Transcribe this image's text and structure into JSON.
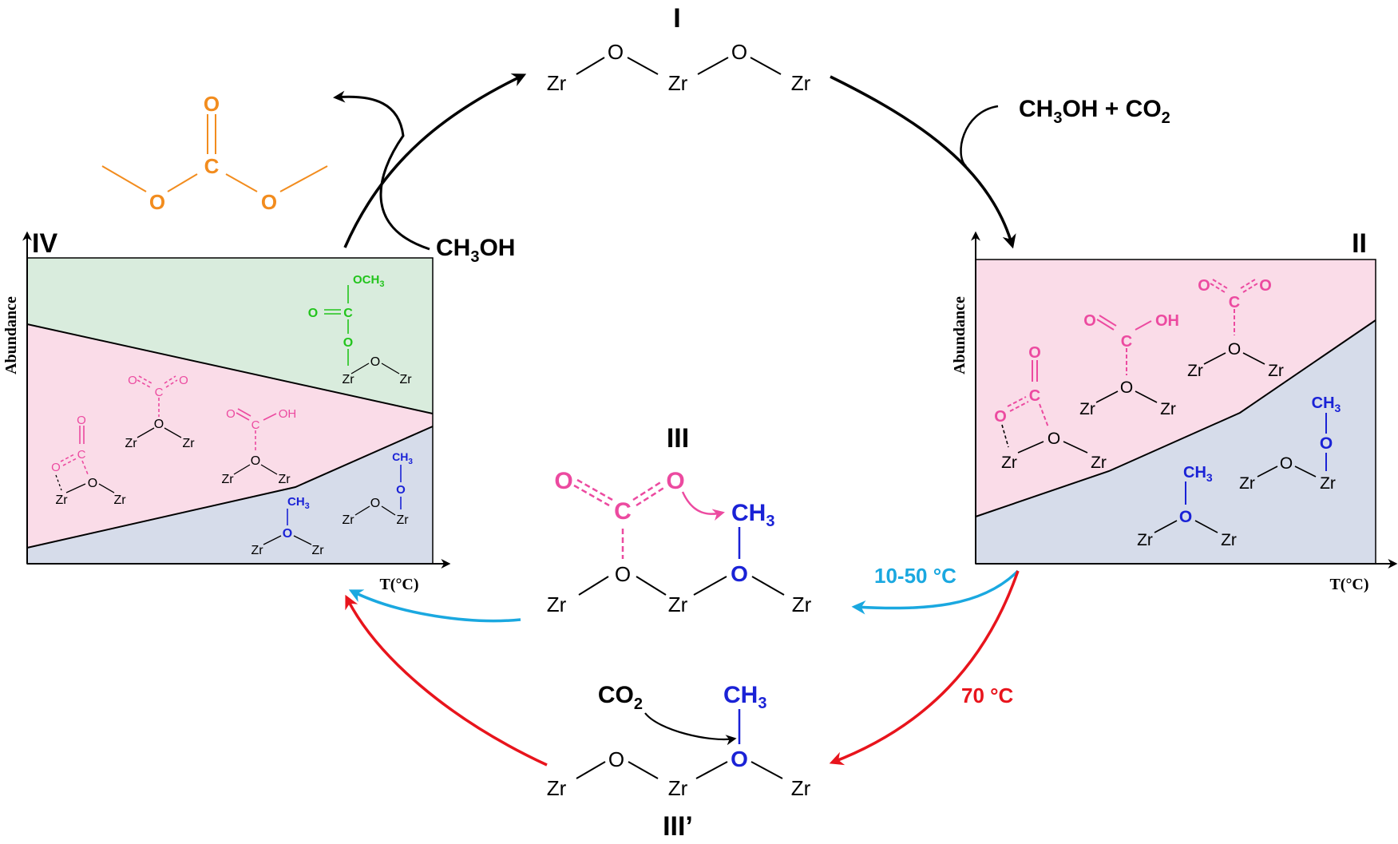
{
  "stages": {
    "I": "I",
    "II": "II",
    "III": "III",
    "III_prime": "III’",
    "IV": "IV"
  },
  "atoms": {
    "zr": "Zr",
    "o": "O",
    "c": "C",
    "ch3": "CH",
    "ch3_sub": "3",
    "oh": "OH",
    "och3": "OCH",
    "och3_sub": "3"
  },
  "reagents": {
    "methanol_co2": {
      "a": "CH",
      "a_sub": "3",
      "b": "OH + CO",
      "b_sub": "2"
    },
    "methanol": {
      "a": "CH",
      "a_sub": "3",
      "b": "OH"
    },
    "co2": {
      "a": "CO",
      "a_sub": "2"
    }
  },
  "conditions": {
    "low_temp": "10-50 °C",
    "high_temp": "70 °C"
  },
  "axes": {
    "ylabel": "Abundance",
    "xlabel": "T(°C)"
  },
  "colors": {
    "product": "#f28c1e",
    "carbonate": "#ec4aa0",
    "methoxy": "#1a22d6",
    "methyl_carbonate": "#22c41c",
    "blue_arrow": "#1aa8e0",
    "red_arrow": "#e8141c",
    "pink_region": "#fadce8",
    "blue_region": "#d6dcea",
    "green_region": "#d9ecdd"
  }
}
